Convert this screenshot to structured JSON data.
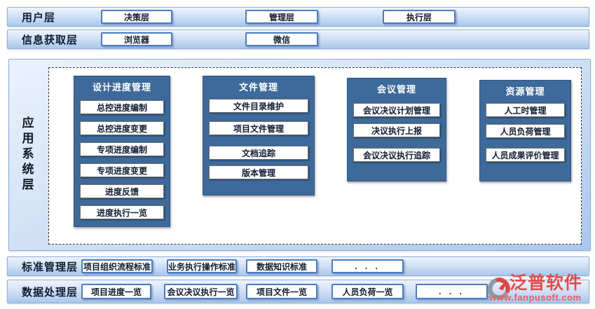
{
  "layers": {
    "user": {
      "label": "用户层",
      "buttons": [
        "决策层",
        "管理层",
        "执行层"
      ]
    },
    "info": {
      "label": "信息获取层",
      "buttons": [
        "浏览器",
        "微信"
      ]
    },
    "app": {
      "label": "应用系统层",
      "columns": [
        {
          "title": "设计进度管理",
          "items": [
            "总控进度编制",
            "总控进度变更",
            "专项进度编制",
            "专项进度变更",
            "进度反馈",
            "进度执行一览"
          ]
        },
        {
          "title": "文件管理",
          "items": [
            "文件目录维护",
            "项目文件管理",
            "文档追踪",
            "版本管理"
          ]
        },
        {
          "title": "会议管理",
          "items": [
            "会议决议计划管理",
            "决议执行上报",
            "会议决议执行追踪"
          ]
        },
        {
          "title": "资源管理",
          "items": [
            "人工时管理",
            "人员负荷管理",
            "人员成果评价管理"
          ]
        }
      ]
    },
    "standard": {
      "label": "标准管理层",
      "buttons": [
        "项目组织流程标准",
        "业务执行操作标准",
        "数据知识标准",
        ". . ."
      ]
    },
    "data": {
      "label": "数据处理层",
      "buttons": [
        "项目进度一览",
        "会议决议执行一览",
        "项目文件一览",
        "人员负荷一览",
        ". . ."
      ]
    }
  },
  "logo": {
    "name": "泛普软件",
    "url": "www.fanpusoft.com"
  },
  "colors": {
    "column_blue": "#3d6a9a",
    "button_border_blue": "#4b7cc0",
    "bar_gradient_bottom": "#aac6ec",
    "logo_red": "#e14d4d"
  }
}
